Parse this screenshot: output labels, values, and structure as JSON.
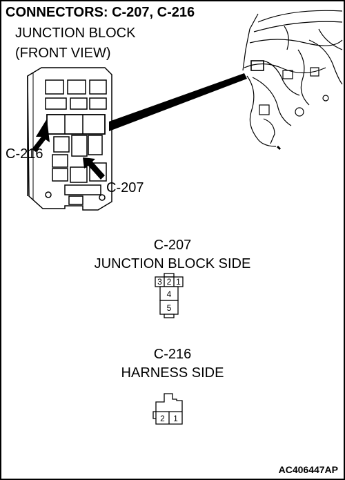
{
  "title": "CONNECTORS: C-207, C-216",
  "junction_block": {
    "line1": "JUNCTION BLOCK",
    "line2": "(FRONT VIEW)",
    "callout_c216": "C-216",
    "callout_c207": "C-207"
  },
  "connector_c207": {
    "name": "C-207",
    "side": "JUNCTION BLOCK SIDE",
    "pins": [
      "3",
      "2",
      "1",
      "4",
      "5"
    ]
  },
  "connector_c216": {
    "name": "C-216",
    "side": "HARNESS SIDE",
    "pins": [
      "2",
      "1"
    ]
  },
  "figure_code": "AC406447AP"
}
